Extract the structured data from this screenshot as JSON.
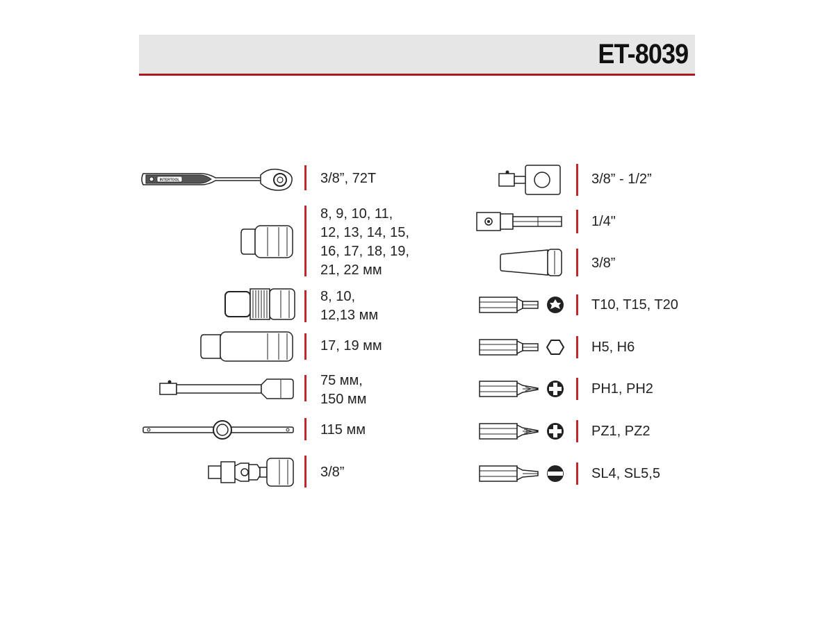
{
  "header": {
    "model": "ET-8039"
  },
  "brand_mark": "INTERTOOL",
  "left_items": [
    {
      "icon": "ratchet-icon",
      "lines": [
        "3/8”, 72T"
      ]
    },
    {
      "icon": "short-socket-icon",
      "lines": [
        "8, 9, 10, 11,",
        "12, 13, 14, 15,",
        "16, 17, 18, 19,",
        "21, 22 мм"
      ]
    },
    {
      "icon": "knurled-socket-icon",
      "lines": [
        "8, 10,",
        "12,13 мм"
      ]
    },
    {
      "icon": "deep-socket-icon",
      "lines": [
        "17, 19 мм"
      ]
    },
    {
      "icon": "extension-bar-icon",
      "lines": [
        "75 мм,",
        "150 мм"
      ]
    },
    {
      "icon": "t-handle-bar-icon",
      "lines": [
        "115 мм"
      ]
    },
    {
      "icon": "universal-joint-icon",
      "lines": [
        "3/8”"
      ]
    }
  ],
  "right_items": [
    {
      "icon": "adapter-icon",
      "lines": [
        "3/8” - 1/2”"
      ]
    },
    {
      "icon": "bit-holder-adapter-icon",
      "lines": [
        "1/4\""
      ]
    },
    {
      "icon": "bit-socket-icon",
      "lines": [
        "3/8”"
      ]
    },
    {
      "icon": "torx-bit-icon",
      "lines": [
        "T10, T15, T20"
      ]
    },
    {
      "icon": "hex-bit-icon",
      "lines": [
        "H5, H6"
      ]
    },
    {
      "icon": "phillips-bit-icon",
      "lines": [
        "PH1, PH2"
      ]
    },
    {
      "icon": "pozidriv-bit-icon",
      "lines": [
        "PZ1, PZ2"
      ]
    },
    {
      "icon": "slotted-bit-icon",
      "lines": [
        "SL4, SL5,5"
      ]
    }
  ]
}
